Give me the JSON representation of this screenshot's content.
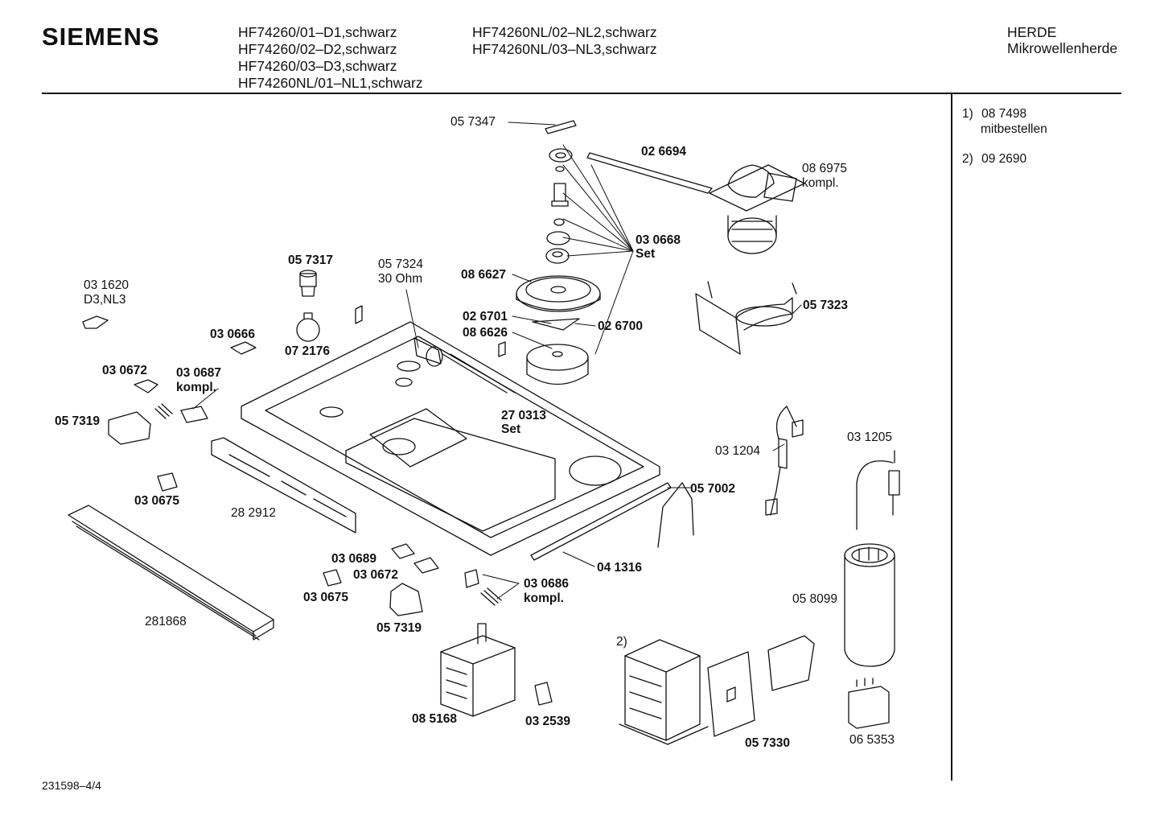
{
  "header": {
    "brand": "SIEMENS",
    "models_col1": [
      "HF74260/01–D1,schwarz",
      "HF74260/02–D2,schwarz",
      "HF74260/03–D3,schwarz",
      "HF74260NL/01–NL1,schwarz"
    ],
    "models_col2": [
      "HF74260NL/02–NL2,schwarz",
      "HF74260NL/03–NL3,schwarz"
    ],
    "category": "HERDE",
    "subcategory": "Mikrowellenherde"
  },
  "notes": [
    {
      "num": "1)",
      "part": "08 7498",
      "text": "mitbestellen"
    },
    {
      "num": "2)",
      "part": "09 2690",
      "text": ""
    }
  ],
  "labels": {
    "p057347": "05 7347",
    "p026694": "02 6694",
    "p086975": "08 6975",
    "p086975b": "kompl.",
    "p030668": "03 0668",
    "p030668b": "Set",
    "p057317": "05 7317",
    "p057324": "05 7324",
    "p057324b": "30 Ohm",
    "p086627": "08 6627",
    "p031620": "03 1620",
    "p031620b": "D3,NL3",
    "p057323": "05 7323",
    "p026701": "02 6701",
    "p026700": "02 6700",
    "p086626": "08 6626",
    "p030666": "03 0666",
    "p072176": "07 2176",
    "p030672a": "03 0672",
    "p030687": "03 0687",
    "p030687b": "kompl.",
    "p057319a": "05 7319",
    "p270313": "27 0313",
    "p270313b": "Set",
    "p031204": "03 1204",
    "p031205": "03 1205",
    "p030675a": "03 0675",
    "p282912": "28 2912",
    "p057002": "05 7002",
    "p030689": "03 0689",
    "p030672b": "03 0672",
    "p030675b": "03 0675",
    "p041316": "04 1316",
    "p030686": "03 0686",
    "p030686b": "kompl.",
    "p057319b": "05 7319",
    "p281868": "281868",
    "p058099": "05 8099",
    "p2note": "2)",
    "p085168": "08 5168",
    "p032539": "03 2539",
    "p057330": "05 7330",
    "p065353": "06 5353"
  },
  "footer": {
    "doc_id": "231598–4/4"
  }
}
